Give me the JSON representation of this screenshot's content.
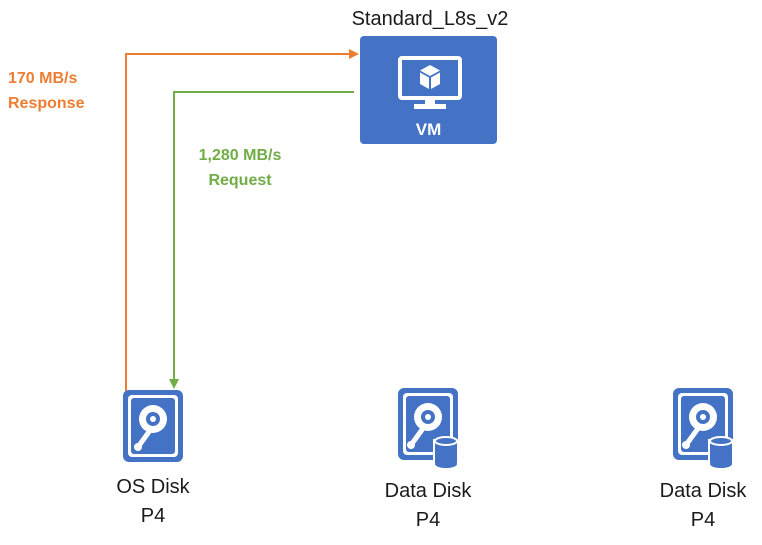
{
  "vm": {
    "title": "Standard_L8s_v2",
    "label": "VM",
    "icon": "monitor-with-cube-icon",
    "color": "#4472c4"
  },
  "flows": {
    "response": {
      "rate": "170 MB/s",
      "label": "Response",
      "color": "#ed7d31"
    },
    "request": {
      "rate": "1,280 MB/s",
      "label": "Request",
      "color": "#70ad47"
    }
  },
  "disks": [
    {
      "name": "OS Disk",
      "tier": "P4",
      "icon": "hard-disk-icon"
    },
    {
      "name": "Data Disk",
      "tier": "P4",
      "icon": "hard-disk-database-icon"
    },
    {
      "name": "Data Disk",
      "tier": "P4",
      "icon": "hard-disk-database-icon"
    }
  ]
}
